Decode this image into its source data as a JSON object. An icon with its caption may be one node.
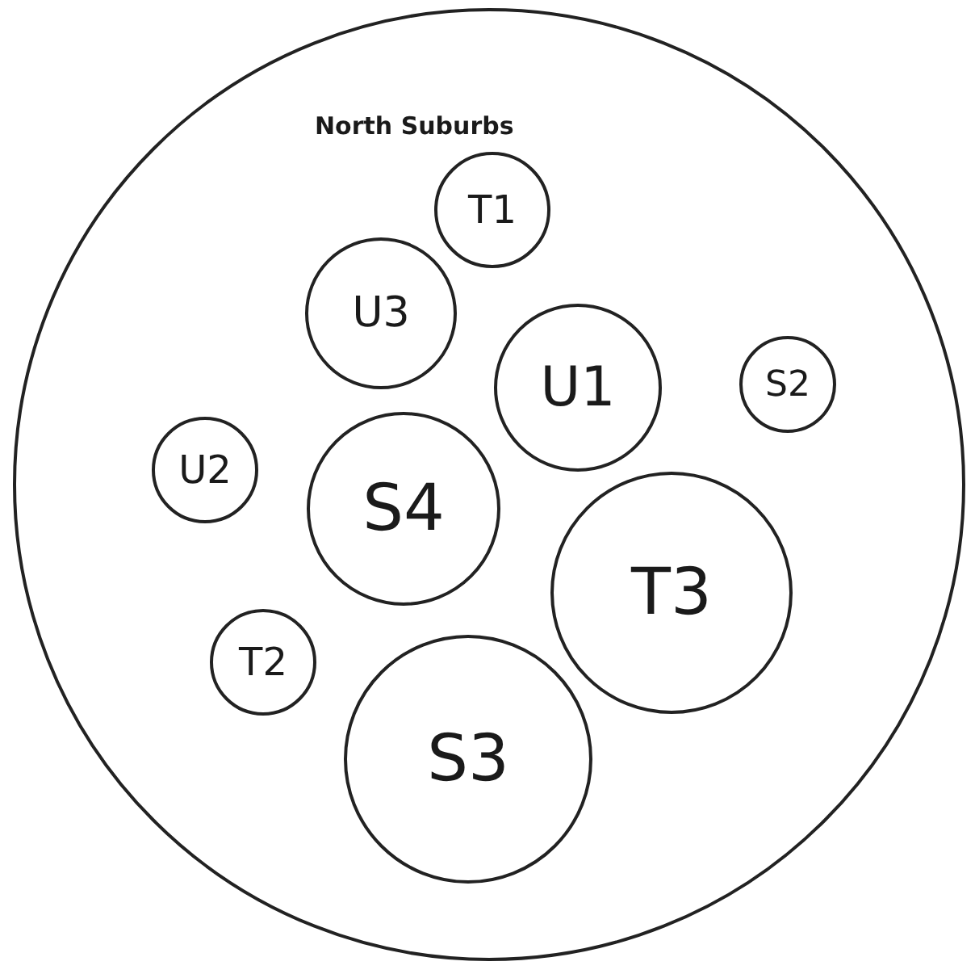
{
  "diagram": {
    "nodes": [
      {
        "text": [
          "North Suburbs"
        ]
      },
      {
        "text": [
          "T1"
        ],
        "in": 0
      },
      {
        "text": [
          "U3"
        ],
        "in": 0
      },
      {
        "text": [
          "U1"
        ],
        "in": 0
      },
      {
        "text": [
          "S2"
        ],
        "in": 0
      },
      {
        "text": [
          "U2"
        ],
        "in": 0
      },
      {
        "text": [
          "S4"
        ],
        "in": 0
      },
      {
        "text": [
          "T3"
        ],
        "in": 0
      },
      {
        "text": [
          "T2"
        ],
        "in": 0
      },
      {
        "text": [
          "S3"
        ],
        "in": 0
      }
    ],
    "edges": []
  }
}
